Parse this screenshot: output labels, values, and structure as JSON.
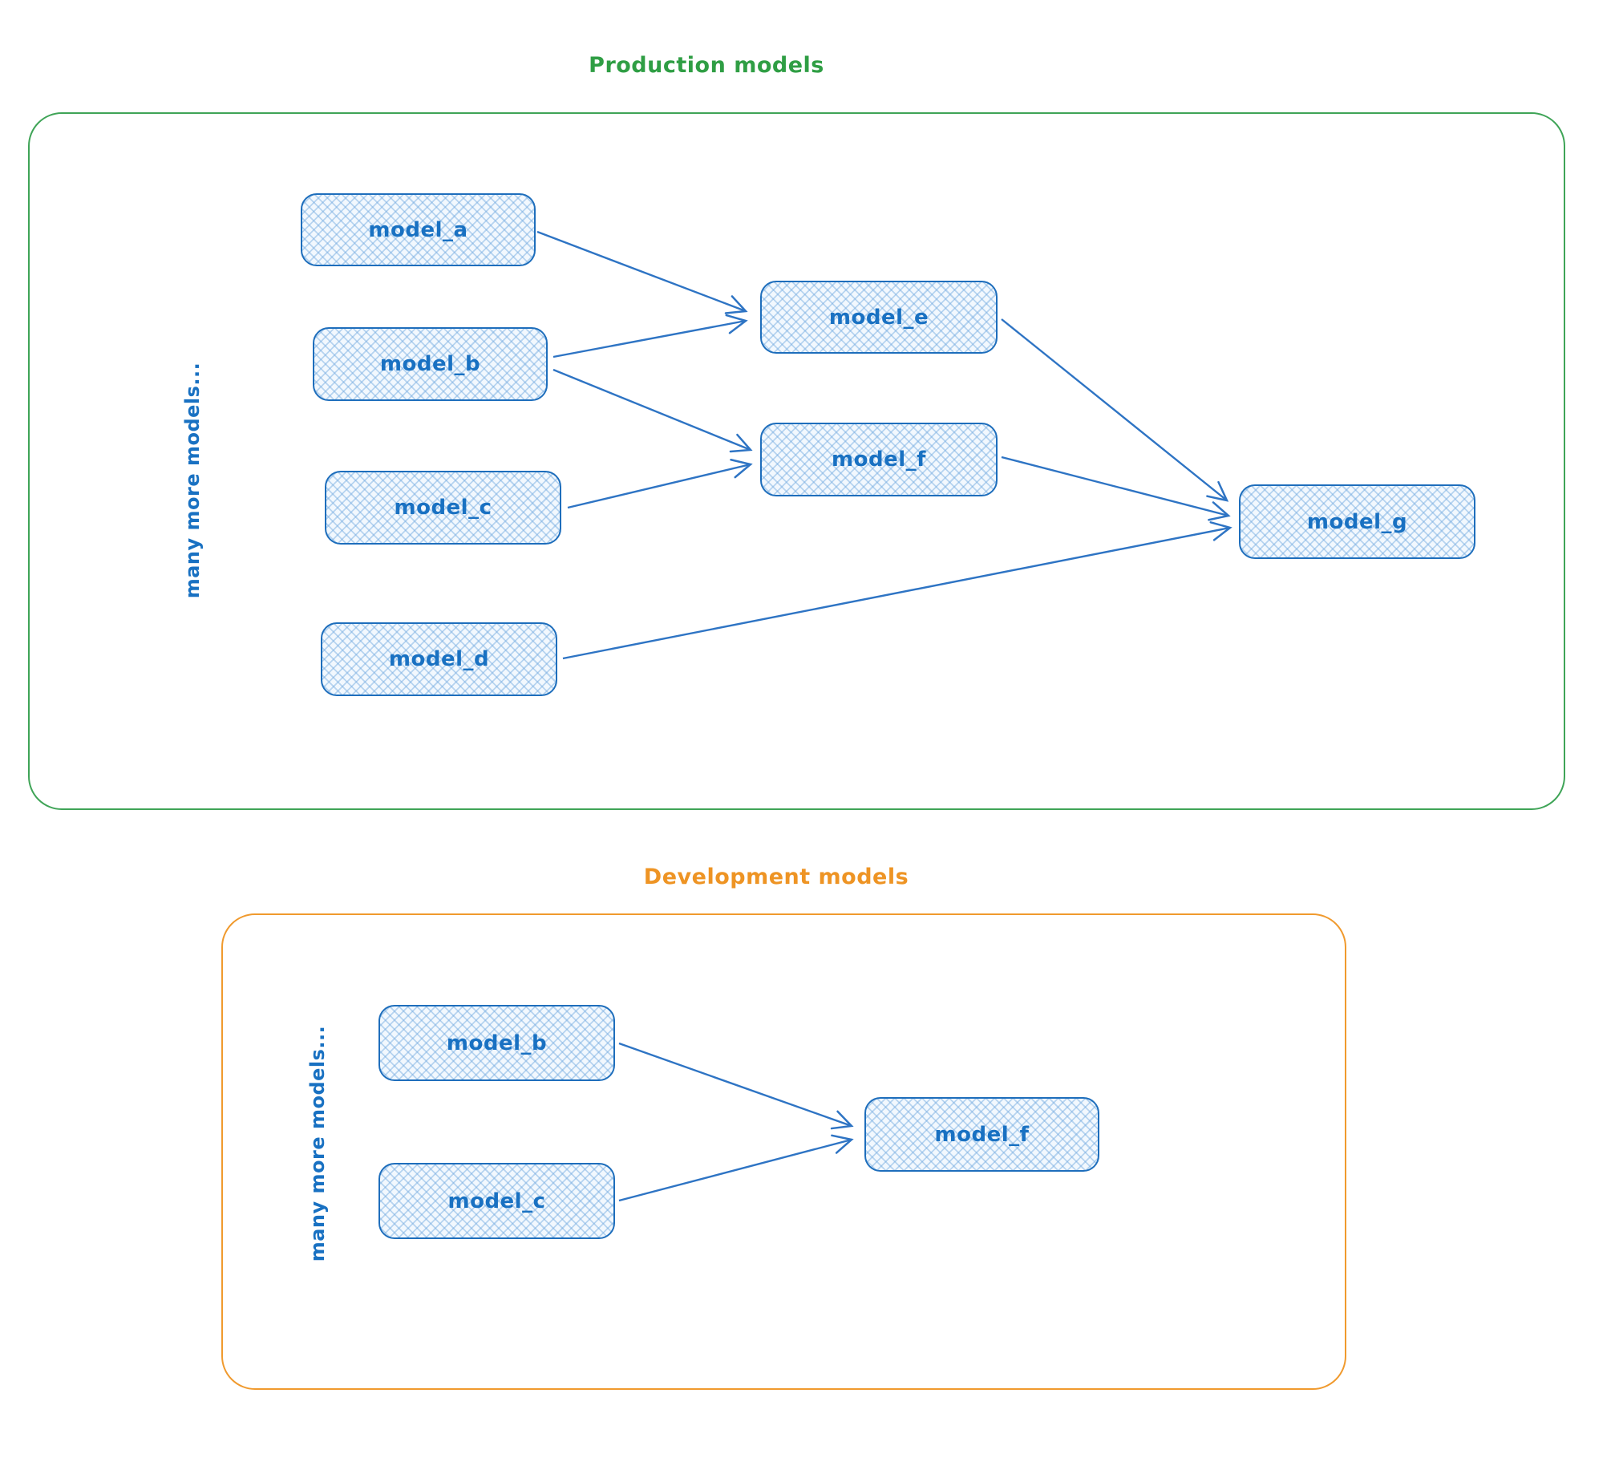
{
  "colors": {
    "node_stroke": "#1e6ebc",
    "node_text": "#1971c2",
    "node_fill": "#dcebfa",
    "arrow": "#2e74c4",
    "production_accent": "#2f9e44",
    "development_accent": "#ee9424",
    "background": "#ffffff"
  },
  "production": {
    "title": "Production models",
    "side_label": "many more models...",
    "nodes": [
      {
        "id": "model_a",
        "label": "model_a"
      },
      {
        "id": "model_b",
        "label": "model_b"
      },
      {
        "id": "model_c",
        "label": "model_c"
      },
      {
        "id": "model_d",
        "label": "model_d"
      },
      {
        "id": "model_e",
        "label": "model_e"
      },
      {
        "id": "model_f",
        "label": "model_f"
      },
      {
        "id": "model_g",
        "label": "model_g"
      }
    ],
    "edges": [
      {
        "from": "model_a",
        "to": "model_e"
      },
      {
        "from": "model_b",
        "to": "model_e"
      },
      {
        "from": "model_b",
        "to": "model_f"
      },
      {
        "from": "model_c",
        "to": "model_f"
      },
      {
        "from": "model_e",
        "to": "model_g"
      },
      {
        "from": "model_f",
        "to": "model_g"
      },
      {
        "from": "model_d",
        "to": "model_g"
      }
    ]
  },
  "development": {
    "title": "Development models",
    "side_label": "many more models...",
    "nodes": [
      {
        "id": "model_b",
        "label": "model_b"
      },
      {
        "id": "model_c",
        "label": "model_c"
      },
      {
        "id": "model_f",
        "label": "model_f"
      }
    ],
    "edges": [
      {
        "from": "model_b",
        "to": "model_f"
      },
      {
        "from": "model_c",
        "to": "model_f"
      }
    ]
  }
}
